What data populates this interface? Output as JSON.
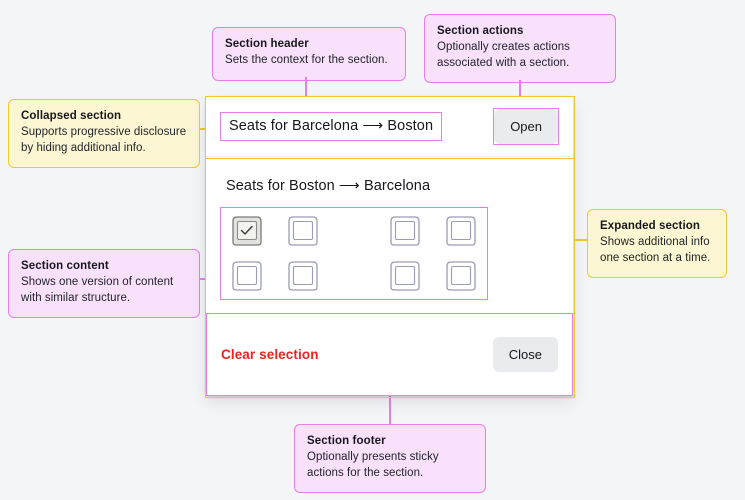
{
  "background": "#f4f5f7",
  "colors": {
    "pink_border": "#e77fe8",
    "pink_fill": "#f9e0fb",
    "yellow_border": "#edcc2a",
    "yellow_fill": "#fcf6d2",
    "danger": "#e8251f",
    "button_bg": "#e9ebee"
  },
  "callouts": {
    "section_header": {
      "title": "Section header",
      "body": "Sets the context for the section."
    },
    "section_actions": {
      "title": "Section actions",
      "body": "Optionally creates actions associated with a section."
    },
    "collapsed_section": {
      "title": "Collapsed section",
      "body": "Supports progressive disclosure by hiding additional info."
    },
    "section_content": {
      "title": "Section content",
      "body": "Shows one version of content with similar structure."
    },
    "expanded_section": {
      "title": "Expanded section",
      "body": "Shows additional info one section at a time."
    },
    "section_footer": {
      "title": "Section footer",
      "body": "Optionally presents sticky actions for the section."
    }
  },
  "card": {
    "collapsed": {
      "title": "Seats for Barcelona ⟶ Boston",
      "action_label": "Open"
    },
    "expanded": {
      "title": "Seats for Boston ⟶ Barcelona",
      "seats": [
        [
          {
            "id": "1A",
            "selected": true,
            "icon": "seat-icon"
          },
          {
            "id": "1B",
            "selected": false,
            "icon": "seat-icon"
          },
          {
            "id": "1C",
            "selected": false,
            "icon": "seat-icon"
          },
          {
            "id": "1D",
            "selected": false,
            "icon": "seat-icon"
          }
        ],
        [
          {
            "id": "2A",
            "selected": false,
            "icon": "seat-icon"
          },
          {
            "id": "2B",
            "selected": false,
            "icon": "seat-icon"
          },
          {
            "id": "2C",
            "selected": false,
            "icon": "seat-icon"
          },
          {
            "id": "2D",
            "selected": false,
            "icon": "seat-icon"
          }
        ]
      ],
      "selected_mark": "check-icon"
    },
    "footer": {
      "clear_label": "Clear selection",
      "close_label": "Close"
    }
  }
}
